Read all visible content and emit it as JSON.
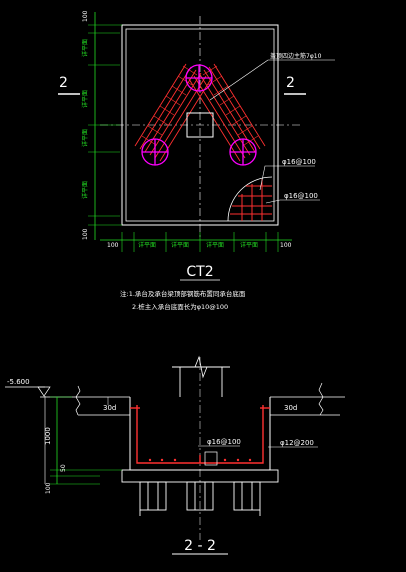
{
  "colors": {
    "background": "#000000",
    "line": "#ffffff",
    "dimension": "#22dd22",
    "rebar": "#ff3030",
    "pile": "#ff00ff"
  },
  "plan": {
    "section_mark_left": "2",
    "section_mark_right": "2",
    "title": "CT2",
    "rebar_labels": {
      "top": "盖顶四边主筋7φ10",
      "bar_1": "φ16@100",
      "bar_2": "φ16@100"
    },
    "dims_vertical": [
      "100",
      "详平面",
      "详平面",
      "详平面",
      "详平面",
      "100"
    ],
    "dims_horizontal": [
      "100",
      "详平面",
      "详平面",
      "详平面",
      "详平面",
      "100"
    ]
  },
  "notes": [
    "注:1.承台及承台梁顶部钢筋布置同承台底面",
    "2.桩主入承台底面长为φ10@100"
  ],
  "section": {
    "elevation": "-5.600",
    "anchor_left": "30d",
    "anchor_right": "30d",
    "rebar_1": "φ16@100",
    "rebar_2": "φ12@200",
    "dims": [
      "1000",
      "50",
      "100"
    ],
    "title": "2 - 2"
  }
}
